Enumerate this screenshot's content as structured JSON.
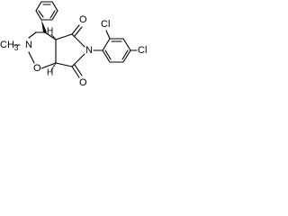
{
  "molecule": {
    "atom_labels": {
      "cl_ortho": "Cl",
      "cl_para": "Cl",
      "n_imide": "N",
      "n_methyl": "N",
      "o_ring": "O",
      "o_carbonyl_top": "O",
      "o_carbonyl_bottom": "O",
      "methyl": "CH",
      "methyl_sub": "3",
      "h_top": "H",
      "h_bottom": "H"
    }
  }
}
